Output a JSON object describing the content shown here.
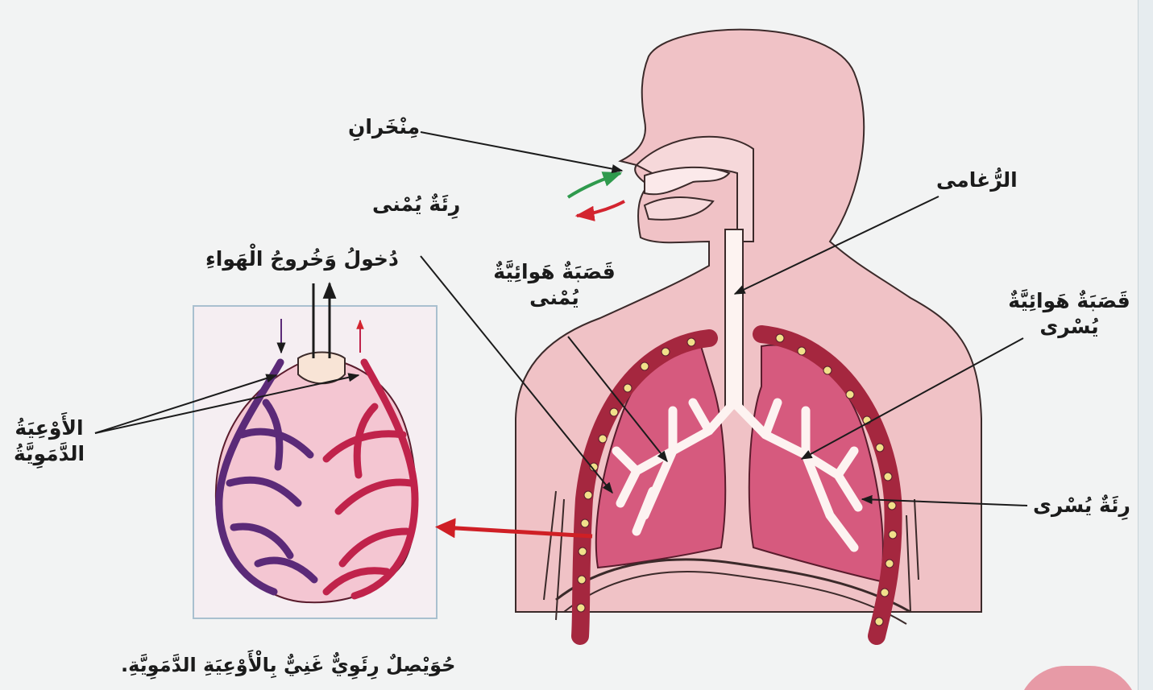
{
  "labels": {
    "nostrils": "مِنْخَرانِ",
    "trachea": "الرُّغامى",
    "right_lung": "رِئَةٌ يُمْنى",
    "air_in_out": "دُخولُ وَخُروجُ الْهَواءِ",
    "right_bronchus": [
      "قَصَبَةٌ هَوائِيَّةٌ",
      "يُمْنى"
    ],
    "left_bronchus": [
      "قَصَبَةٌ هَوائِيَّةٌ",
      "يُسْرى"
    ],
    "blood_vessels": [
      "الأَوْعِيَةُ",
      "الدَّمَوِيَّةُ"
    ],
    "left_lung": "رِئَةٌ يُسْرى",
    "caption": "حُوَيْصِلٌ رِئَوِيٌّ غَنِيٌّ بِالْأَوْعِيَةِ الدَّمَوِيَّةِ."
  },
  "colors": {
    "background": "#f2f3f3",
    "body": "#f0c2c6",
    "lung": "#d65a7e",
    "rib": "#a5273f",
    "rib_dot": "#f1e08a",
    "bronchus": "#fdf3f1",
    "vein": "#5b2a78",
    "artery": "#c0234b",
    "inhale_arrow": "#2f9a4d",
    "exhale_arrow": "#d3242f",
    "pointer_arrow": "#cf1f25",
    "text": "#1b1b1b"
  }
}
